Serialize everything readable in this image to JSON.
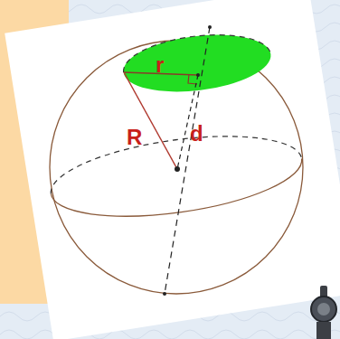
{
  "diagram": {
    "labels": [
      "r",
      "R",
      "d"
    ]
  }
}
